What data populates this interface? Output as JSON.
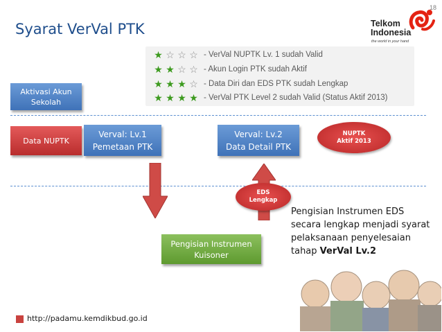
{
  "slide": {
    "page_number": "18",
    "title": "Syarat VerVal PTK"
  },
  "logo": {
    "line1": "Telkom",
    "line2": "Indonesia",
    "tagline": "the world in your hand"
  },
  "star_legend": [
    {
      "filled": 1,
      "label": "- VerVal NUPTK Lv. 1 sudah Valid"
    },
    {
      "filled": 2,
      "label": "- Akun Login PTK sudah Aktif"
    },
    {
      "filled": 3,
      "label": "- Data Diri dan EDS PTK sudah Lengkap"
    },
    {
      "filled": 4,
      "label": "- VerVal PTK Level 2 sudah Valid (Status Aktif 2013)"
    }
  ],
  "boxes": {
    "aktivasi": "Aktivasi Akun Sekolah",
    "data_nuptk": "Data NUPTK",
    "verval1_line1": "Verval: Lv.1",
    "verval1_line2": "Pemetaan PTK",
    "verval2_line1": "Verval: Lv.2",
    "verval2_line2": "Data Detail PTK",
    "kuisoner_line1": "Pengisian Instrumen",
    "kuisoner_line2": "Kuisoner"
  },
  "badges": {
    "nuptk_line1": "NUPTK",
    "nuptk_line2": "Aktif 2013",
    "eds_line1": "EDS",
    "eds_line2": "Lengkap"
  },
  "description": {
    "text": "Pengisian Instrumen EDS secara lengkap menjadi syarat pelaksanaan penyelesaian tahap ",
    "bold": "VerVal Lv.2"
  },
  "footer_url": "http://padamu.kemdikbud.go.id",
  "colors": {
    "title": "#1f4e8c",
    "blue_box": "#4f81bd",
    "green_box": "#6fa83f",
    "red": "#c0392b",
    "star_on": "#3c9a1e",
    "dashed_line": "#5b8ed0"
  }
}
